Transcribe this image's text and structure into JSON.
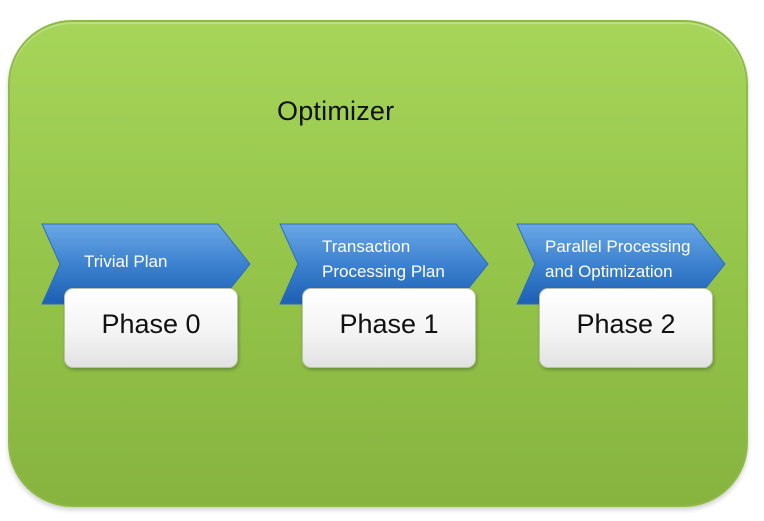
{
  "container": {
    "title": "Optimizer",
    "color": "#9ccb50"
  },
  "phases": [
    {
      "chevron_lines": [
        "Trivial Plan"
      ],
      "phase_label": "Phase 0"
    },
    {
      "chevron_lines": [
        "Transaction",
        "Processing Plan"
      ],
      "phase_label": "Phase 1"
    },
    {
      "chevron_lines": [
        "Parallel Processing",
        "and Optimization"
      ],
      "phase_label": "Phase 2"
    }
  ],
  "colors": {
    "chevron_top": "#5a9be0",
    "chevron_bottom": "#1f62b8",
    "card": "#f4f4f4"
  }
}
